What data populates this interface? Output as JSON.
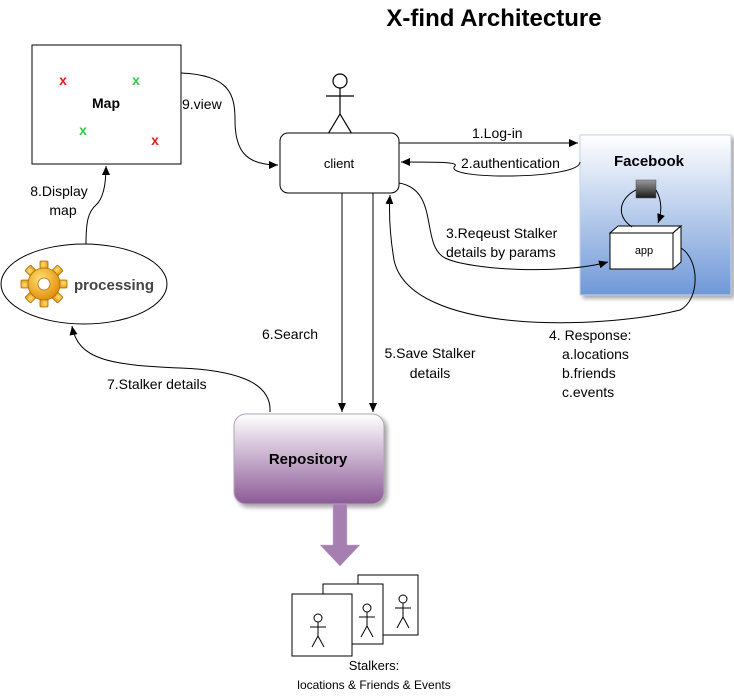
{
  "title": "X-find Architecture",
  "map": {
    "label": "Map",
    "markers": [
      {
        "symbol": "x",
        "color": "#e02020"
      },
      {
        "symbol": "x",
        "color": "#2ecc40"
      },
      {
        "symbol": "x",
        "color": "#2ecc40"
      },
      {
        "symbol": "x",
        "color": "#e02020"
      }
    ]
  },
  "client": {
    "label": "client"
  },
  "facebook": {
    "label": "Facebook",
    "app_label": "app"
  },
  "processing": {
    "label": "processing"
  },
  "repository": {
    "label": "Repository"
  },
  "edges": {
    "login": "1.Log-in",
    "authentication": "2.authentication",
    "request_line1": "3.Reqeust Stalker",
    "request_line2": "details by params",
    "response_line1": "4. Response:",
    "response_line2": "a.locations",
    "response_line3": "b.friends",
    "response_line4": "c.events",
    "save_line1": "5.Save Stalker",
    "save_line2": "details",
    "search": "6.Search",
    "stalker_details": "7.Stalker details",
    "display_line1": "8.Display",
    "display_line2": "map",
    "view": "9.view"
  },
  "stalkers": {
    "label_line1": "Stalkers:",
    "label_line2": "locations & Friends & Events"
  },
  "colors": {
    "facebook_top": "#ffffff",
    "facebook_bottom": "#6f98d8",
    "repository_top": "#ffffff",
    "repository_bottom": "#8c5a97",
    "arrow_purple": "#a57fb0",
    "marker_red": "#e02020",
    "marker_green": "#2ecc40"
  }
}
